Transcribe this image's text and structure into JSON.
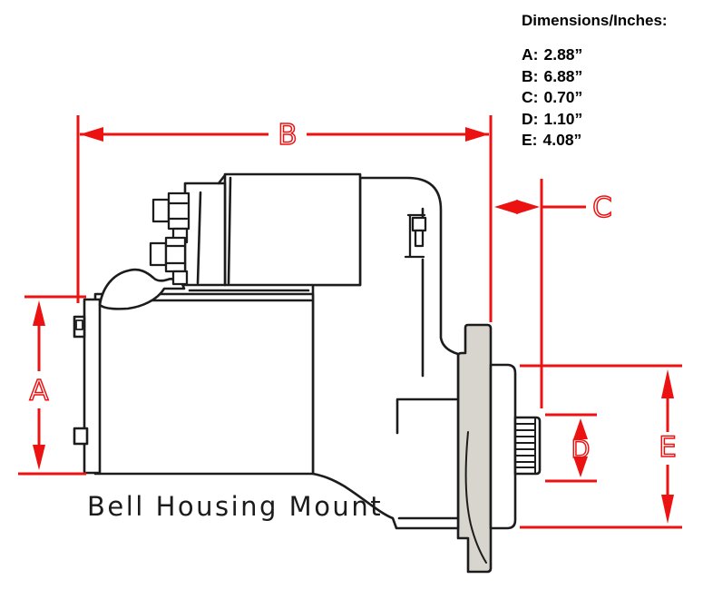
{
  "legend": {
    "title": "Dimensions/Inches:",
    "items": [
      {
        "label": "A:",
        "value": "2.88”"
      },
      {
        "label": "B:",
        "value": "6.88”"
      },
      {
        "label": "C:",
        "value": "0.70”"
      },
      {
        "label": "D:",
        "value": "1.10”"
      },
      {
        "label": "E:",
        "value": "4.08”"
      }
    ]
  },
  "diagram": {
    "caption": "Bell Housing Mount",
    "dimension_letters": {
      "a": "A",
      "b": "B",
      "c": "C",
      "d": "D",
      "e": "E"
    }
  },
  "colors": {
    "dimension_red": "#ec1212",
    "line_black": "#1c1c1c",
    "flange_gray": "#d8d5ce"
  }
}
